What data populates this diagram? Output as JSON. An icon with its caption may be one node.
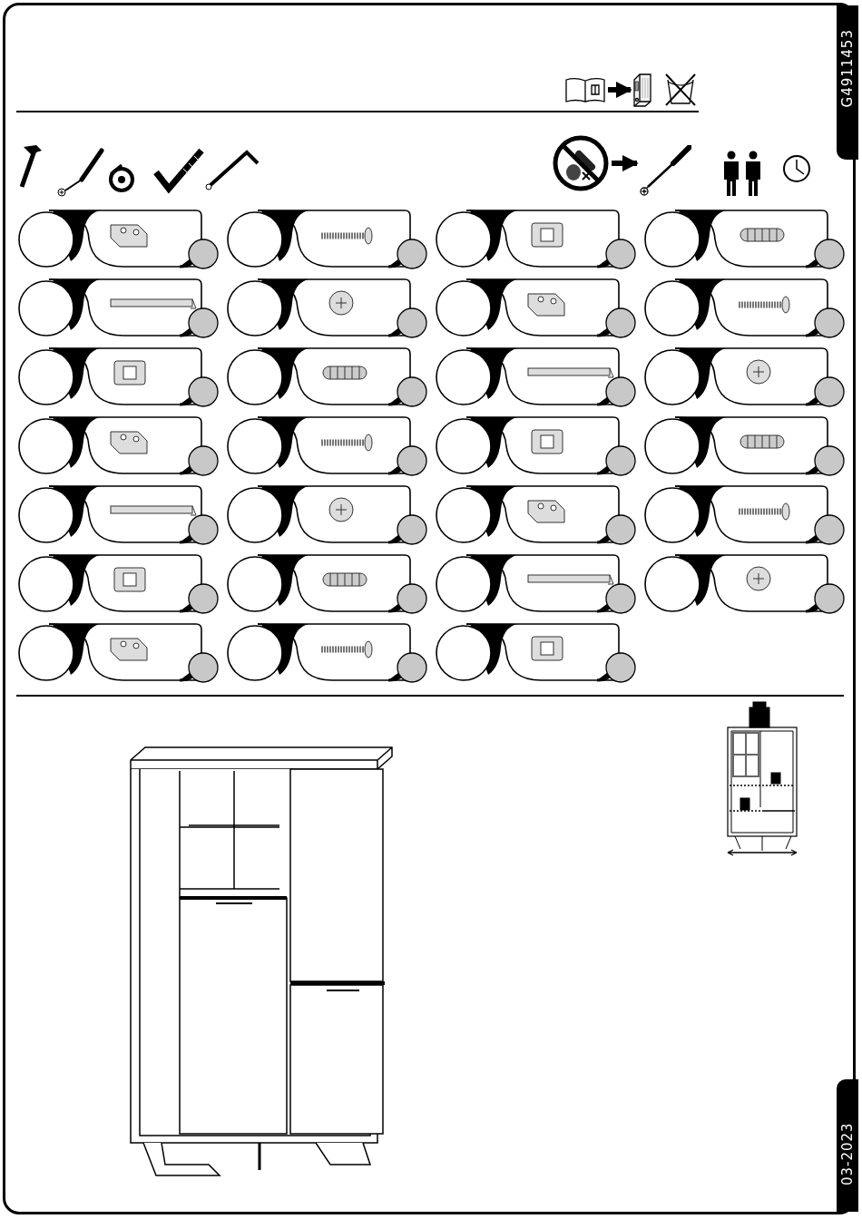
{
  "diagram": {
    "nodes": [
      {
        "text": [],
        "shape": "picture"
      },
      {
        "text": [],
        "shape": "picture"
      },
      {
        "text": [],
        "shape": "picture"
      },
      {
        "text": [],
        "shape": "picture"
      }
    ],
    "edges": [
      {
        "from": 0,
        "to": 1,
        "arrow": "to"
      },
      {
        "from": 2,
        "to": 3,
        "arrow": "to"
      }
    ],
    "labels": [
      "G4911453",
      "03-2023"
    ]
  }
}
